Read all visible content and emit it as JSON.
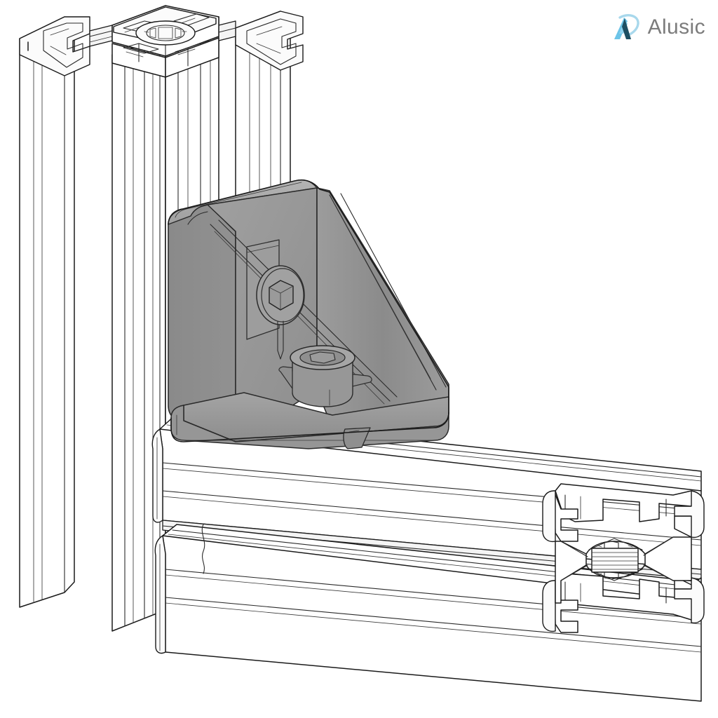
{
  "page": {
    "background_color": "#ffffff",
    "type": "technical-line-drawing",
    "subject": "T-slot aluminium extrusion corner assembly with gusset bracket"
  },
  "brand": {
    "name": "Alusic",
    "text_color": "#7c7c7c",
    "mark_light_color": "#6cc4e8",
    "mark_mid_color": "#8fd3ef",
    "mark_dark_color": "#1d4f63",
    "mark_arc_color": "#a8d8ec",
    "mark_icon": "alusic-a-logo-icon"
  },
  "assembly": {
    "components": [
      {
        "id": "vertical-post",
        "label": "Vertical T-slot extrusion post",
        "render": "white-line-art",
        "outline_color": "#1a1a1a"
      },
      {
        "id": "horizontal-beam",
        "label": "Horizontal T-slot extrusion beam",
        "render": "white-line-art",
        "outline_color": "#1a1a1a"
      },
      {
        "id": "gusset-bracket",
        "label": "Corner gusset bracket",
        "render": "grey-shaded",
        "face_left_color": "#8c8c8c",
        "face_top_color": "#a9a9a9",
        "face_inner_color": "#9b9b9b",
        "face_rib_color": "#8f8f8f",
        "face_base_color": "#999999"
      },
      {
        "id": "socket-head-screw",
        "label": "Hex socket head cap screw",
        "render": "grey-shaded"
      },
      {
        "id": "t-nut",
        "label": "Cylindrical T-slot nut",
        "render": "grey-shaded"
      }
    ],
    "profile": {
      "label": "Square T-slot profile",
      "slots_per_side": 1,
      "sides": 4,
      "center_feature": "threaded core bore"
    }
  },
  "colors": {
    "line": "#1a1a1a",
    "line_thin": "#2a2a2a",
    "white_face": "#ffffff",
    "bracket_grey": "#8c8c8c"
  }
}
